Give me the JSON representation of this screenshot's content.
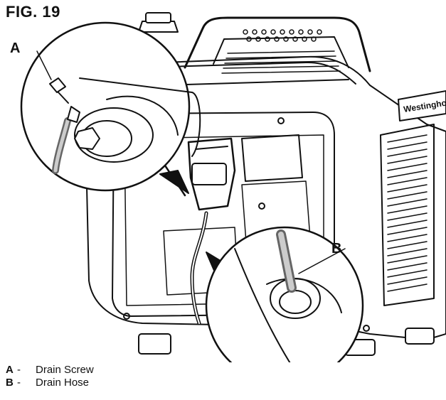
{
  "figure": {
    "title": "FIG. 19",
    "callouts": {
      "a": "A",
      "b": "B"
    },
    "brand_mark": "Westinghouse",
    "legend": [
      {
        "key": "A",
        "sep": "-",
        "text": "Drain Screw"
      },
      {
        "key": "B",
        "sep": "-",
        "text": "Drain Hose"
      }
    ]
  }
}
